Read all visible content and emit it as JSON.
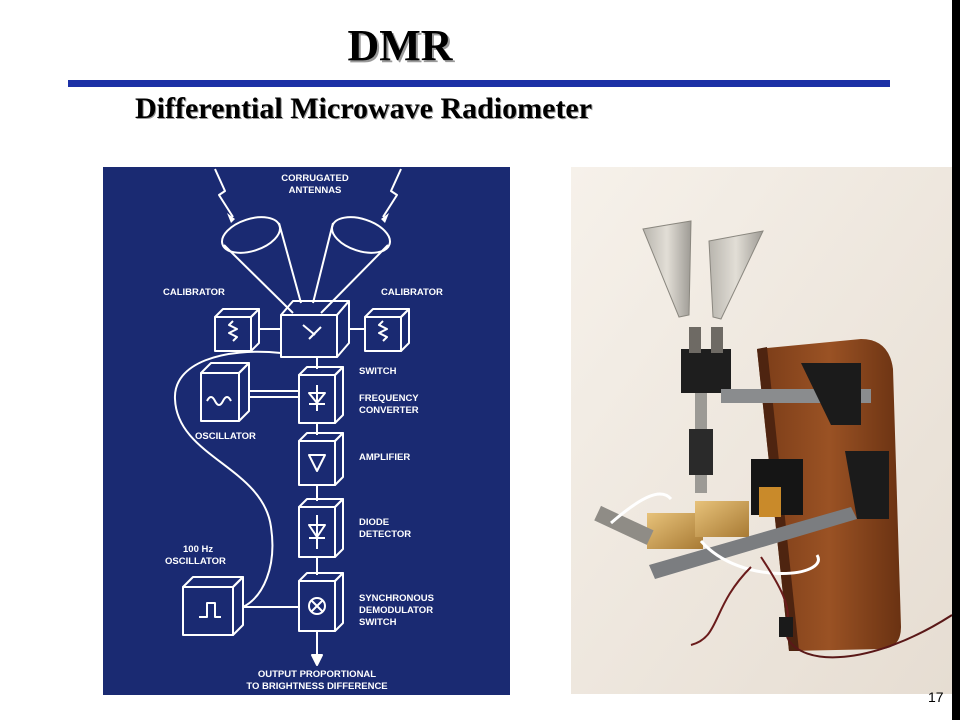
{
  "slide": {
    "title": "DMR",
    "subtitle": "Differential Microwave Radiometer",
    "page_number": "17",
    "accent_color": "#1c31a6"
  },
  "diagram": {
    "background": "#1a2a72",
    "labels": {
      "antennas_1": "CORRUGATED",
      "antennas_2": "ANTENNAS",
      "calibrator_left": "CALIBRATOR",
      "calibrator_right": "CALIBRATOR",
      "switch": "SWITCH",
      "freq_1": "FREQUENCY",
      "freq_2": "CONVERTER",
      "oscillator": "OSCILLATOR",
      "amplifier": "AMPLIFIER",
      "diode_1": "DIODE",
      "diode_2": "DETECTOR",
      "osc100_1": "100 Hz",
      "osc100_2": "OSCILLATOR",
      "sync_1": "SYNCHRONOUS",
      "sync_2": "DEMODULATOR",
      "sync_3": "SWITCH",
      "output_1": "OUTPUT PROPORTIONAL",
      "output_2": "TO BRIGHTNESS DIFFERENCE"
    }
  },
  "photo": {
    "subject": "DMR radiometer hardware with two horn antennas mounted on a wooden board"
  }
}
